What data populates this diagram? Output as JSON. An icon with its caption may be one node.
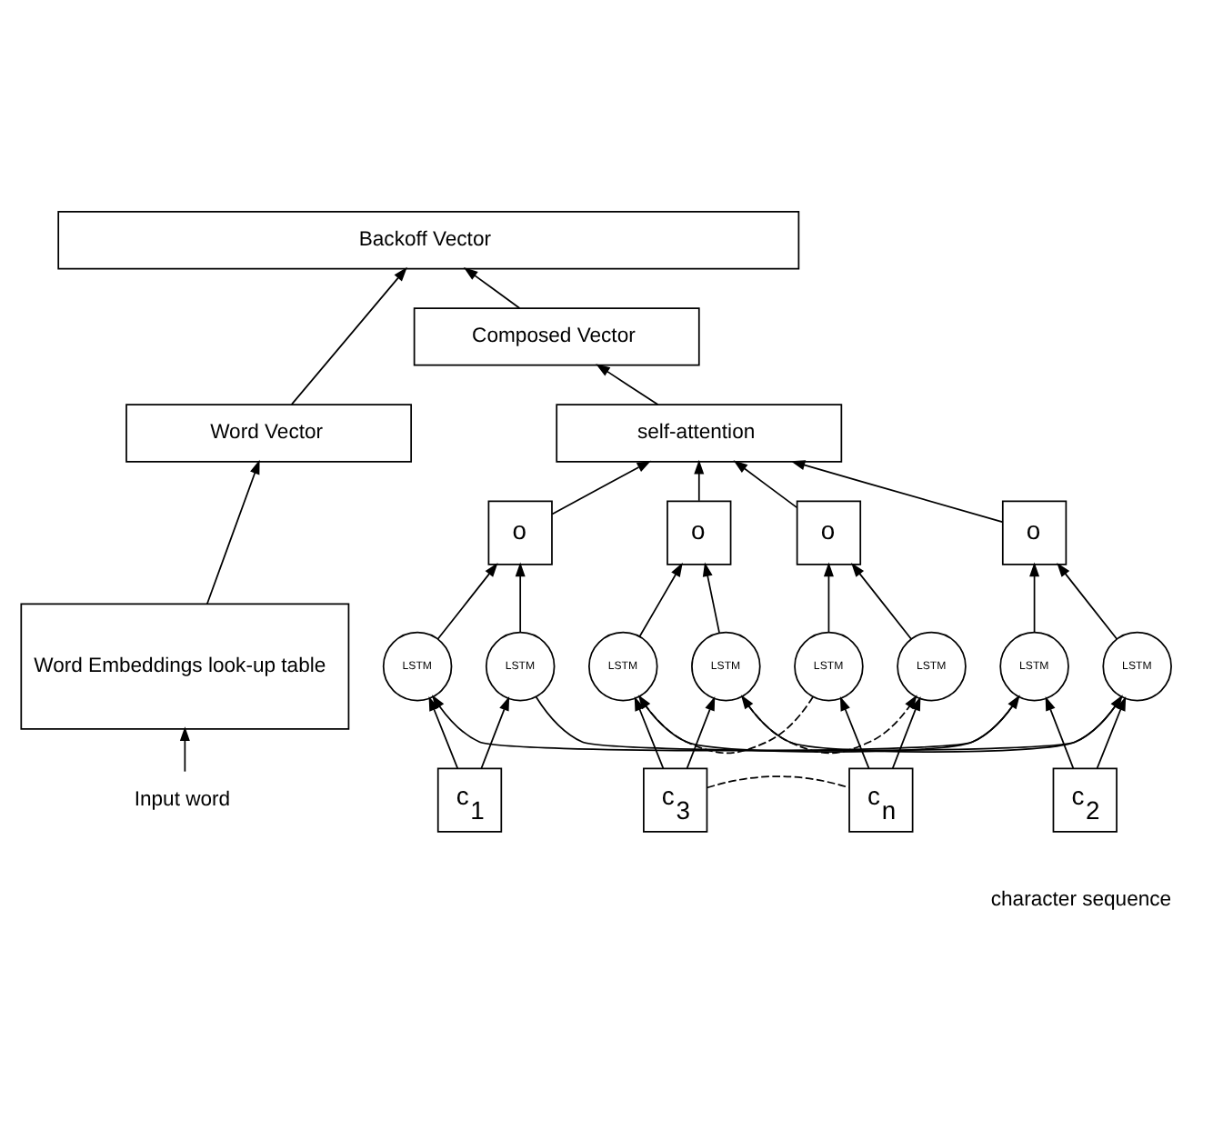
{
  "diagram": {
    "nodes": [
      {
        "text": [
          "Backoff Vector"
        ]
      },
      {
        "text": [
          "Word Vector"
        ]
      },
      {
        "text": [
          "Composed Vector"
        ]
      },
      {
        "text": [
          "Word Embeddings look-up table"
        ]
      },
      {
        "text": [
          "self-attention"
        ]
      },
      {
        "text": [
          "Input word"
        ]
      },
      {
        "text": [
          "o"
        ]
      },
      {
        "text": [
          "o"
        ]
      },
      {
        "text": [
          "o"
        ]
      },
      {
        "text": [
          "o"
        ]
      },
      {
        "text": [
          "LSTM"
        ]
      },
      {
        "text": [
          "LSTM"
        ]
      },
      {
        "text": [
          "LSTM"
        ]
      },
      {
        "text": [
          "LSTM"
        ]
      },
      {
        "text": [
          "LSTM"
        ]
      },
      {
        "text": [
          "LSTM"
        ]
      },
      {
        "text": [
          "LSTM"
        ]
      },
      {
        "text": [
          "LSTM"
        ]
      },
      {
        "text": [
          "c$_{1}$"
        ]
      },
      {
        "text": [
          "c$_{2}$"
        ]
      },
      {
        "text": [
          "c$_{3}$"
        ]
      },
      {
        "text": [
          "c$_{n}$"
        ]
      }
    ],
    "edges": [
      {
        "from": 1,
        "to": 0,
        "arrow": "to"
      },
      {
        "from": 2,
        "to": 0,
        "arrow": "to"
      },
      {
        "from": 3,
        "to": 1,
        "arrow": "to"
      },
      {
        "from": 5,
        "to": 3,
        "arrow": "to"
      },
      {
        "from": 4,
        "to": 2,
        "arrow": "to"
      },
      {
        "from": 6,
        "to": 4,
        "arrow": "to"
      },
      {
        "from": 7,
        "to": 4,
        "arrow": "to"
      },
      {
        "from": 8,
        "to": 4,
        "arrow": "to"
      },
      {
        "from": 9,
        "to": 4,
        "arrow": "to"
      },
      {
        "from": 14,
        "to": 15,
        "arrow": "to"
      },
      {
        "from": 15,
        "to": 16,
        "arrow": "to"
      },
      {
        "from": 16,
        "to": 17,
        "arrow": "to",
        "style": "dashed"
      },
      {
        "from": 13,
        "to": 12,
        "arrow": "to",
        "style": "dashed"
      },
      {
        "from": 12,
        "to": 11,
        "arrow": "to"
      },
      {
        "from": 11,
        "to": 10,
        "arrow": "to"
      },
      {
        "from": 18,
        "to": 14,
        "arrow": "to"
      },
      {
        "from": 18,
        "to": 10,
        "arrow": "to"
      },
      {
        "from": 14,
        "to": 6,
        "arrow": "to"
      },
      {
        "from": 10,
        "to": 6,
        "arrow": "to"
      },
      {
        "from": 19,
        "to": 15,
        "arrow": "to"
      },
      {
        "from": 19,
        "to": 11,
        "arrow": "to"
      },
      {
        "from": 15,
        "to": 7,
        "arrow": "to"
      },
      {
        "from": 11,
        "to": 7,
        "arrow": "to"
      },
      {
        "from": 20,
        "to": 16,
        "arrow": "to"
      },
      {
        "from": 20,
        "to": 12,
        "arrow": "to"
      },
      {
        "from": 16,
        "to": 8,
        "arrow": "to"
      },
      {
        "from": 12,
        "to": 8,
        "arrow": "to"
      },
      {
        "from": 21,
        "to": 17,
        "arrow": "to"
      },
      {
        "from": 21,
        "to": 13,
        "arrow": "to"
      },
      {
        "from": 17,
        "to": 9,
        "arrow": "to"
      },
      {
        "from": 13,
        "to": 9,
        "arrow": "to"
      },
      {
        "from": 20,
        "to": 21,
        "arrow": "none",
        "style": "dashed"
      }
    ],
    "labels": [
      "character sequence"
    ]
  }
}
